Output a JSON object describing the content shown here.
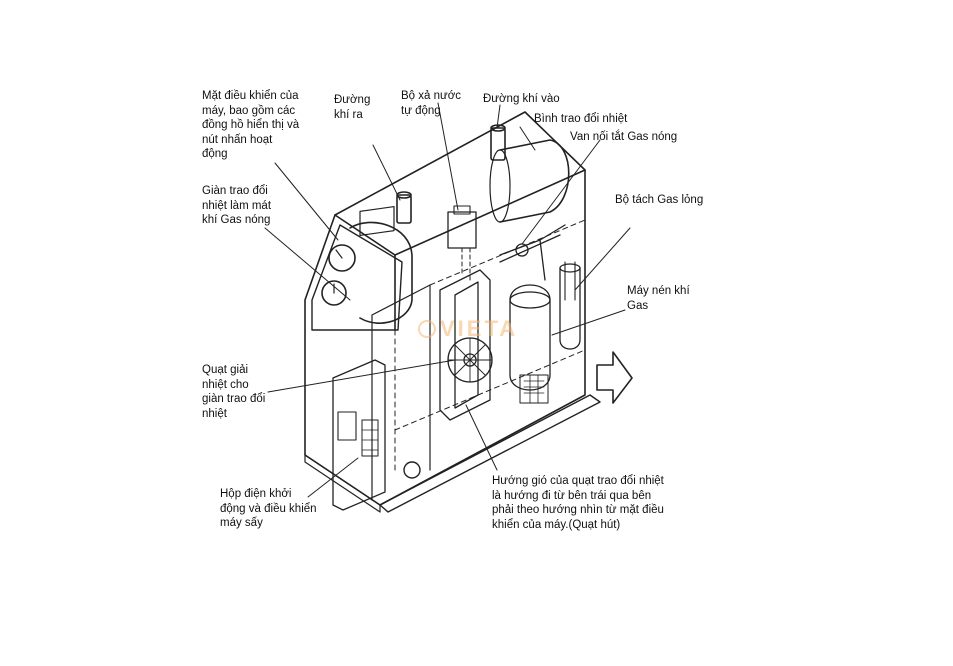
{
  "labels": {
    "control_panel": "Mặt điều khiển của\nmáy, bao gồm các\nđồng hồ hiển thị và\nnút nhấn hoạt\nđộng",
    "air_outlet": "Đường\nkhí ra",
    "auto_drain": "Bộ xả nước\ntự động",
    "air_inlet": "Đường khí vào",
    "heat_exchanger_tank": "Bình trao đổi nhiệt",
    "hot_gas_bypass": "Van nối tắt Gas nóng",
    "condenser_coil": "Giàn trao đổi\nnhiệt làm mát\nkhí Gas nóng",
    "liquid_separator": "Bộ tách Gas lỏng",
    "compressor": "Máy nén khí\nGas",
    "fan": "Quạt giải\nnhiệt cho\ngiàn trao đổi\nnhiệt",
    "electrical_box": "Hộp điện khởi\nđộng và điều khiển\nmáy sấy",
    "airflow_note": "Hướng gió của quạt trao đổi nhiệt\nlà hướng đi từ bên trái qua bên\nphải theo hướng nhìn từ mặt điều\nkhiển của máy.(Quạt hút)"
  },
  "watermark": "VIETA",
  "colors": {
    "line": "#222222",
    "watermark": "#f4b774"
  }
}
